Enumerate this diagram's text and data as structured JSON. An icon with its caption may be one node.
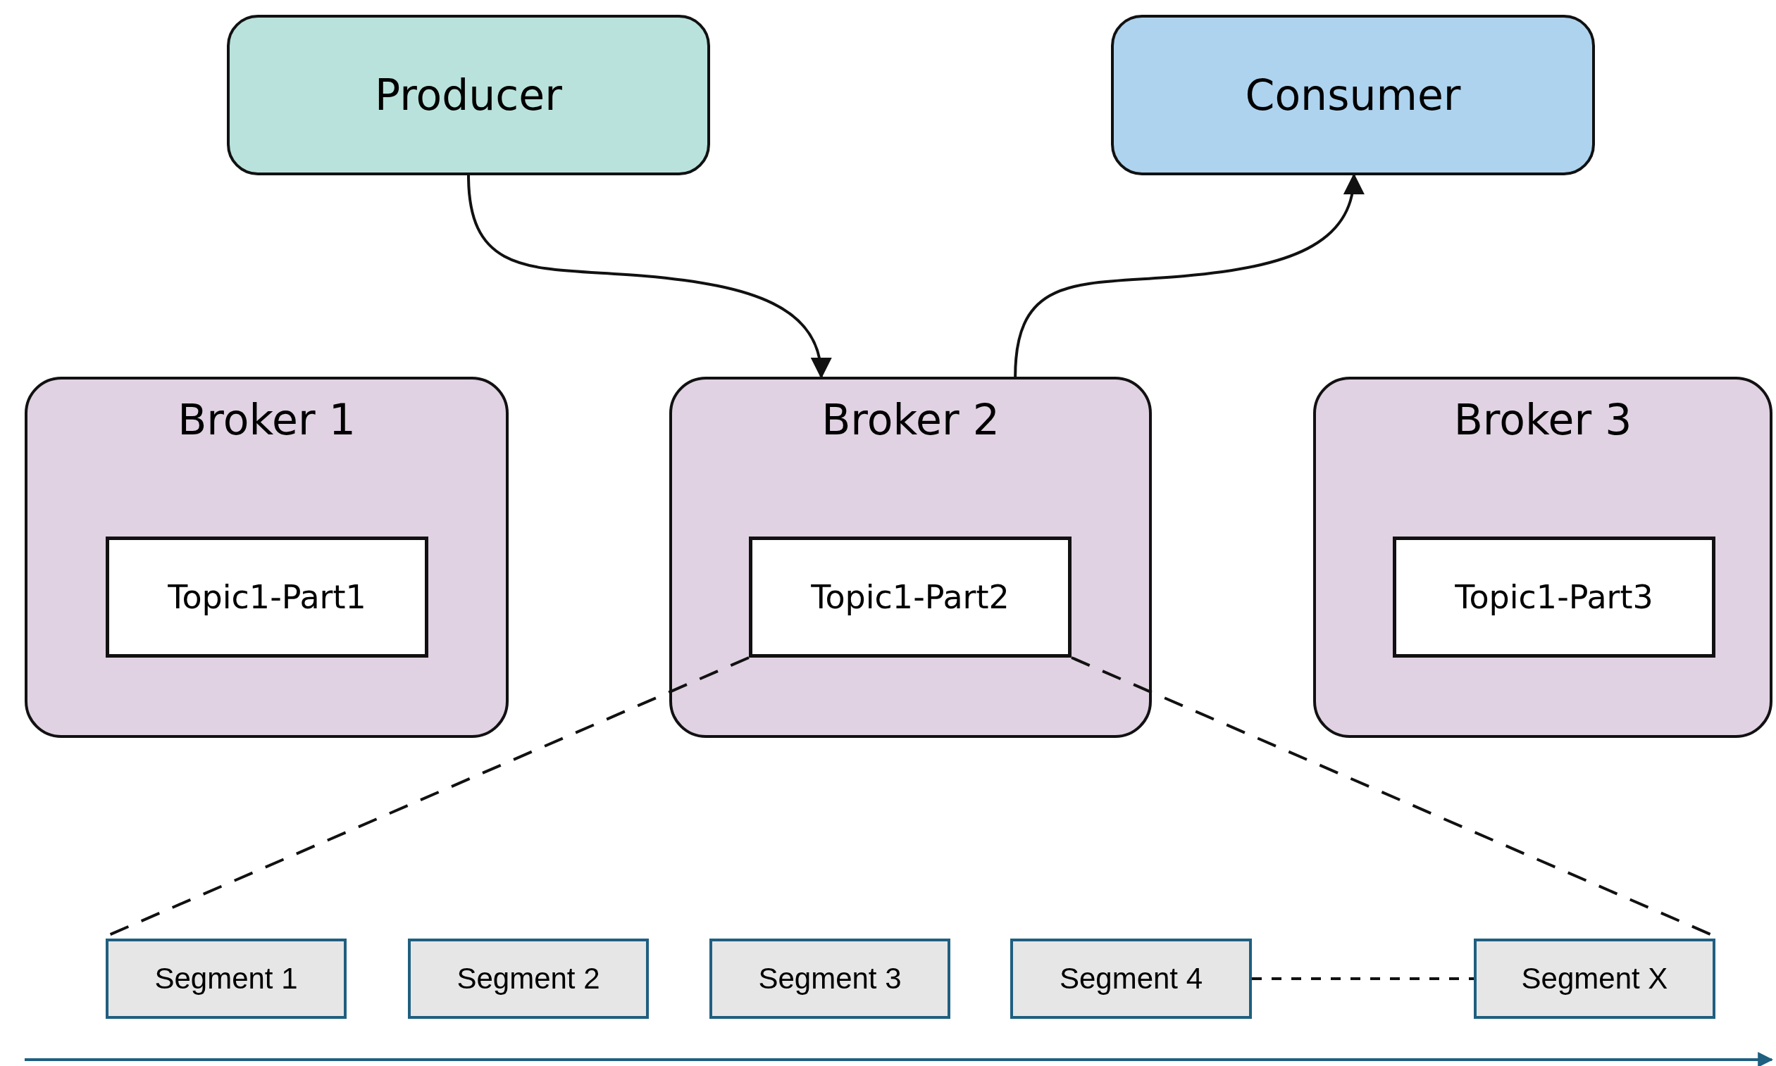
{
  "diagram": {
    "nodes": [
      {
        "text": [
          "Producer"
        ]
      },
      {
        "text": [
          "Consumer"
        ]
      },
      {
        "text": [
          "Broker 1"
        ]
      },
      {
        "text": [
          "Topic1-Part1"
        ],
        "in": 2
      },
      {
        "text": [
          "Broker 2"
        ]
      },
      {
        "text": [
          "Topic1-Part2"
        ],
        "in": 4
      },
      {
        "text": [
          "Broker 3"
        ]
      },
      {
        "text": [
          "Topic1-Part3"
        ],
        "in": 6
      },
      {
        "text": [
          "Segment 1"
        ]
      },
      {
        "text": [
          "Segment 2"
        ]
      },
      {
        "text": [
          "Segment 3"
        ]
      },
      {
        "text": [
          "Segment 4"
        ]
      },
      {
        "text": [
          "Segment X"
        ]
      }
    ],
    "edges": [
      {
        "from": 0,
        "to": 4,
        "arrow": "to"
      },
      {
        "from": 4,
        "to": 1,
        "arrow": "to"
      },
      {
        "from": 5,
        "to": 8,
        "arrow": "none",
        "style": "dashed"
      },
      {
        "from": 5,
        "to": 12,
        "arrow": "none",
        "style": "dashed"
      },
      {
        "from": 11,
        "to": 12,
        "arrow": "none",
        "style": "dashed"
      }
    ]
  }
}
